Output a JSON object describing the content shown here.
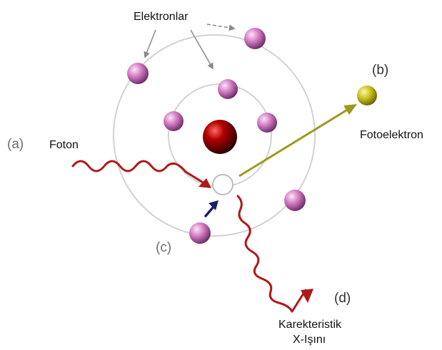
{
  "labels": {
    "electrons": "Elektronlar",
    "photon_tag": "(a)",
    "photon": "Foton",
    "photoelectron_tag": "(b)",
    "photoelectron": "Fotoelektron",
    "vacancy_tag": "(c)",
    "xray_tag": "(d)",
    "xray_line1": "Karekteristik",
    "xray_line2": "X-Işını"
  },
  "colors": {
    "electron": "#d77fc8",
    "nucleus": "#8a0000",
    "photon_wave": "#b01818",
    "photoelectron_arrow": "#9c9a1c",
    "photoelectron_ball": "#c9c21a",
    "vacancy_arrow": "#1a1f66",
    "orbit": "#d2d2d2",
    "pointer_arrow": "#8a8a8a"
  },
  "icons": {
    "nucleus": "red-sphere",
    "electron": "pink-sphere",
    "photoelectron": "yellow-sphere",
    "vacancy": "empty-circle"
  }
}
